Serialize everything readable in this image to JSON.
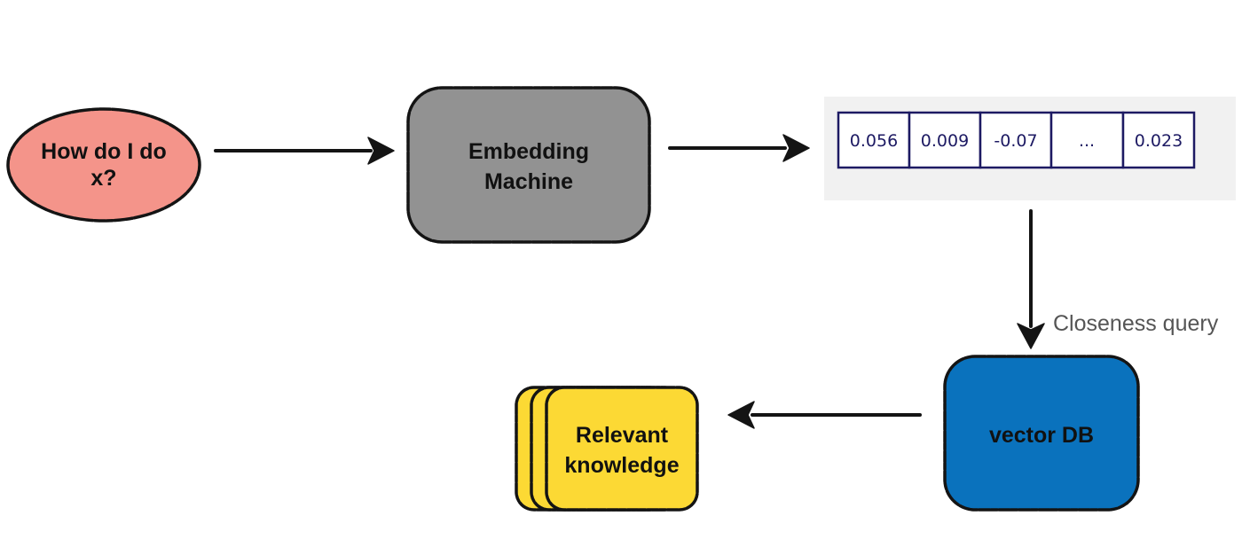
{
  "diagram": {
    "nodes": {
      "question": {
        "lines": [
          "How do I do",
          "x?"
        ],
        "fill": "#f4948a"
      },
      "embedding_machine": {
        "lines": [
          "Embedding",
          "Machine"
        ],
        "fill": "#929292"
      },
      "vector": {
        "cells": [
          "0.056",
          "0.009",
          "-0.07",
          "...",
          "0.023"
        ],
        "panel_fill": "#f1f1f1",
        "border_color": "#1d1a63"
      },
      "vector_db": {
        "lines": [
          "vector DB"
        ],
        "fill": "#0a72bd"
      },
      "relevant_knowledge": {
        "lines": [
          "Relevant",
          "knowledge"
        ],
        "fill": "#fcd934"
      }
    },
    "edges": [
      {
        "from": "question",
        "to": "embedding_machine",
        "label": ""
      },
      {
        "from": "embedding_machine",
        "to": "vector",
        "label": ""
      },
      {
        "from": "vector",
        "to": "vector_db",
        "label": "Closeness query"
      },
      {
        "from": "vector_db",
        "to": "relevant_knowledge",
        "label": ""
      }
    ]
  }
}
